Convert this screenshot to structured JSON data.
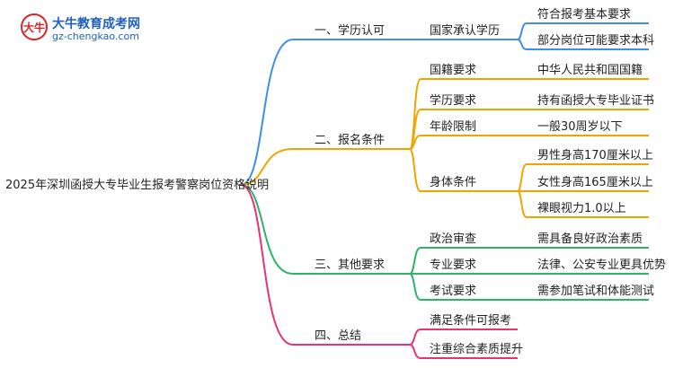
{
  "logo": {
    "name": "大牛教育成考网",
    "url": "gz-chengkao.com",
    "mark_text": "大牛"
  },
  "root": "2025年深圳函授大专毕业生报考警察岗位资格说明",
  "colors": {
    "branch1": "#3d8fe8",
    "branch2": "#f0a400",
    "branch3": "#2db36a",
    "branch4": "#e8336b"
  },
  "branches": [
    {
      "label": "一、学历认可",
      "children": [
        {
          "label": "国家承认学历",
          "children": [
            "符合报考基本要求",
            "部分岗位可能要求本科"
          ]
        }
      ]
    },
    {
      "label": "二、报名条件",
      "children": [
        {
          "label": "国籍要求",
          "children": [
            "中华人民共和国国籍"
          ]
        },
        {
          "label": "学历要求",
          "children": [
            "持有函授大专毕业证书"
          ]
        },
        {
          "label": "年龄限制",
          "children": [
            "一般30周岁以下"
          ]
        },
        {
          "label": "身体条件",
          "children": [
            "男性身高170厘米以上",
            "女性身高165厘米以上",
            "裸眼视力1.0以上"
          ]
        }
      ]
    },
    {
      "label": "三、其他要求",
      "children": [
        {
          "label": "政治审查",
          "children": [
            "需具备良好政治素质"
          ]
        },
        {
          "label": "专业要求",
          "children": [
            "法律、公安专业更具优势"
          ]
        },
        {
          "label": "考试要求",
          "children": [
            "需参加笔试和体能测试"
          ]
        }
      ]
    },
    {
      "label": "四、总结",
      "children": [
        {
          "label": "满足条件可报考",
          "children": []
        },
        {
          "label": "注重综合素质提升",
          "children": []
        }
      ]
    }
  ]
}
